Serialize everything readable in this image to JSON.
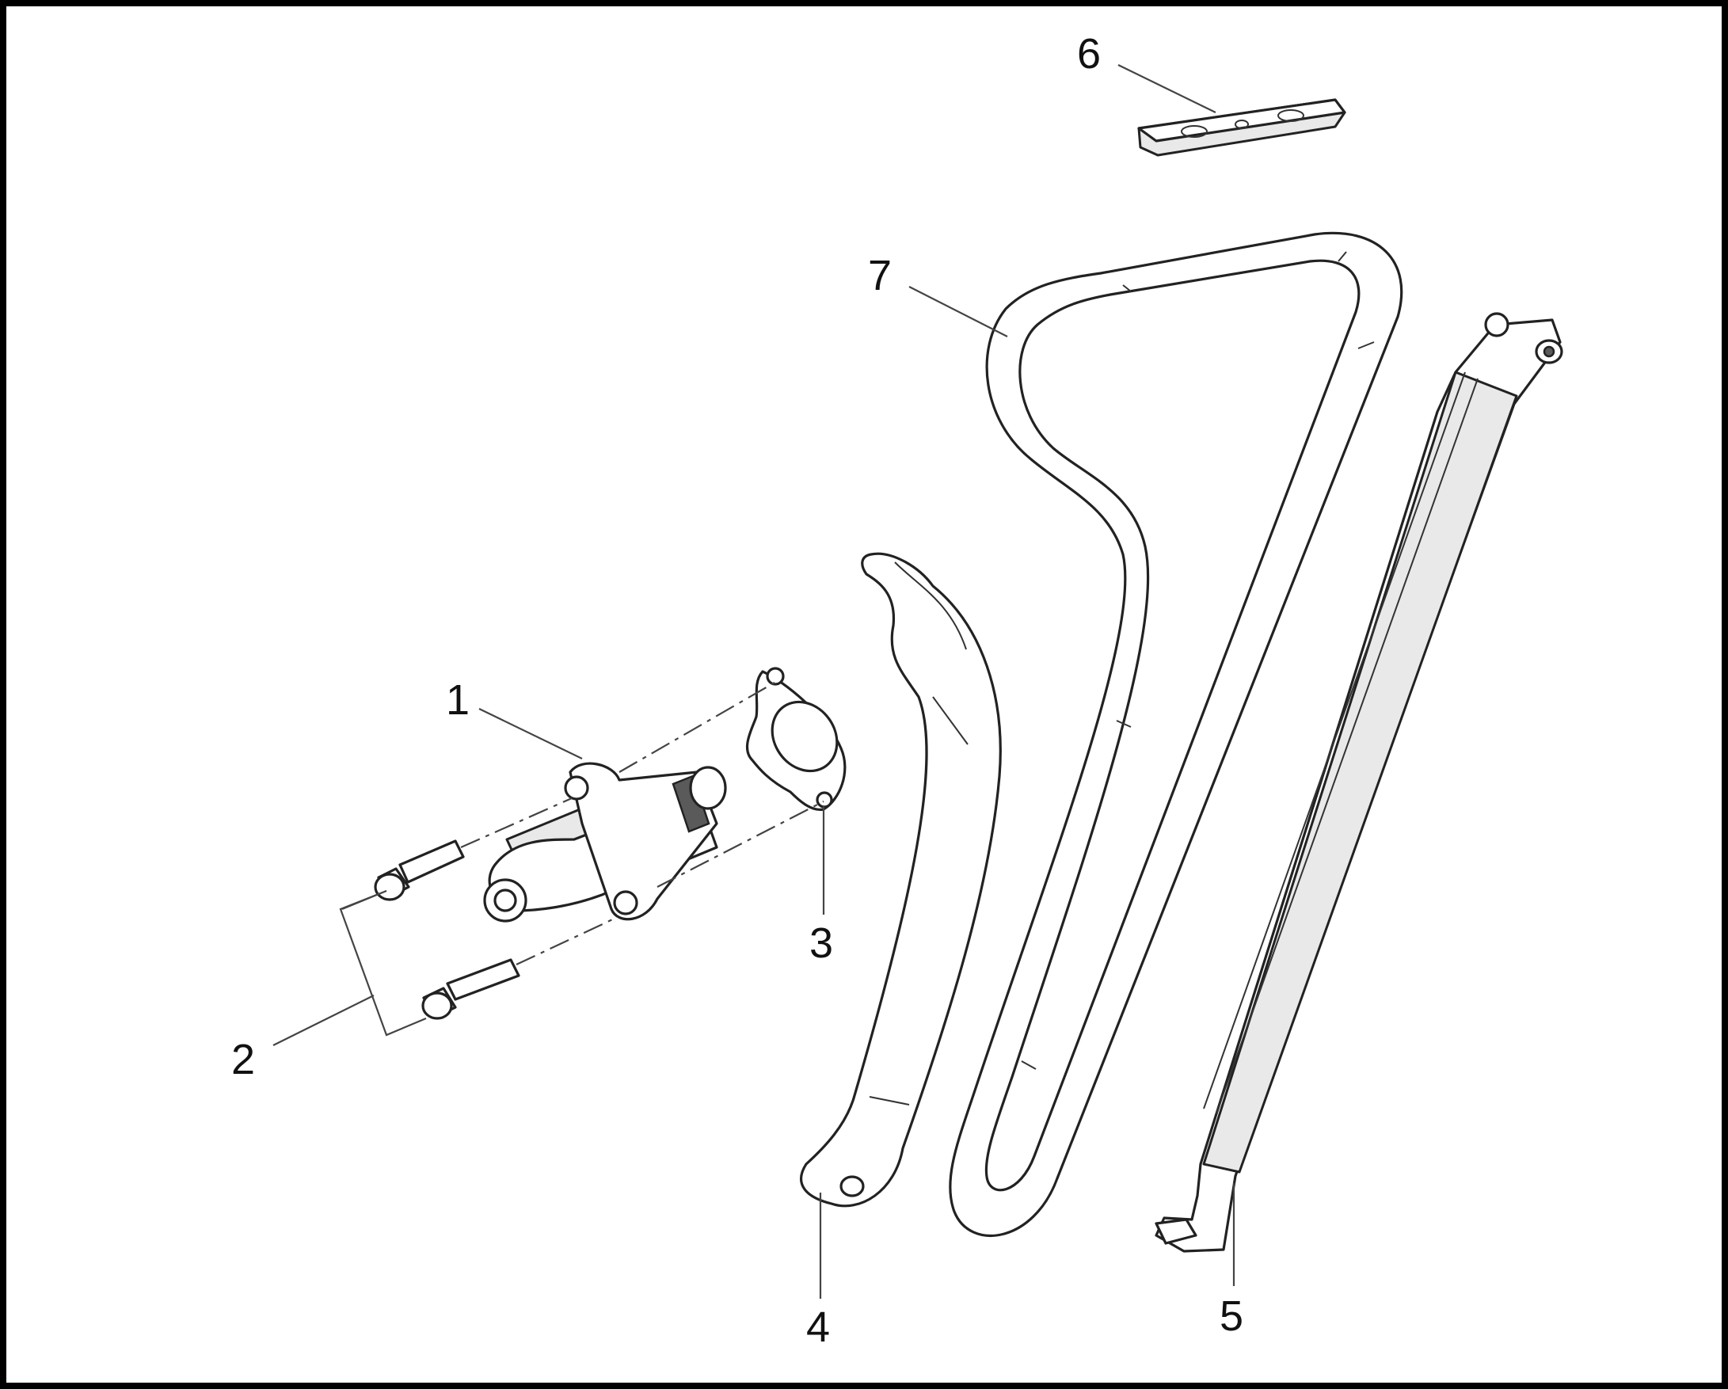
{
  "callouts": [
    "1",
    "2",
    "3",
    "4",
    "5",
    "6",
    "7"
  ],
  "colors": {
    "line": "#222222",
    "background": "#ffffff",
    "frame": "#000000"
  }
}
